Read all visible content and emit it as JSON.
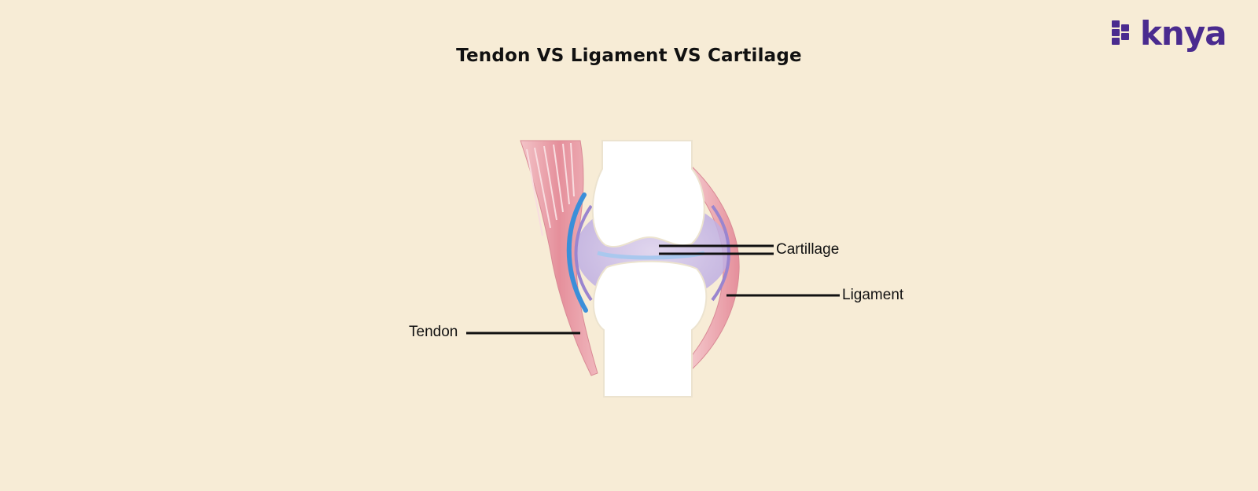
{
  "title": "Tendon VS Ligament VS Cartilage",
  "brand": {
    "name": "knya",
    "color": "#4a2b8f"
  },
  "labels": {
    "cartilage": "Cartillage",
    "ligament": "Ligament",
    "tendon": "Tendon"
  },
  "colors": {
    "background": "#f7ecd6",
    "bone": "#ffffff",
    "muscle": "#e79aa3",
    "tendon_blue": "#3b8fd9",
    "joint_capsule": "#c8b7e6",
    "leader_line": "#111111"
  }
}
